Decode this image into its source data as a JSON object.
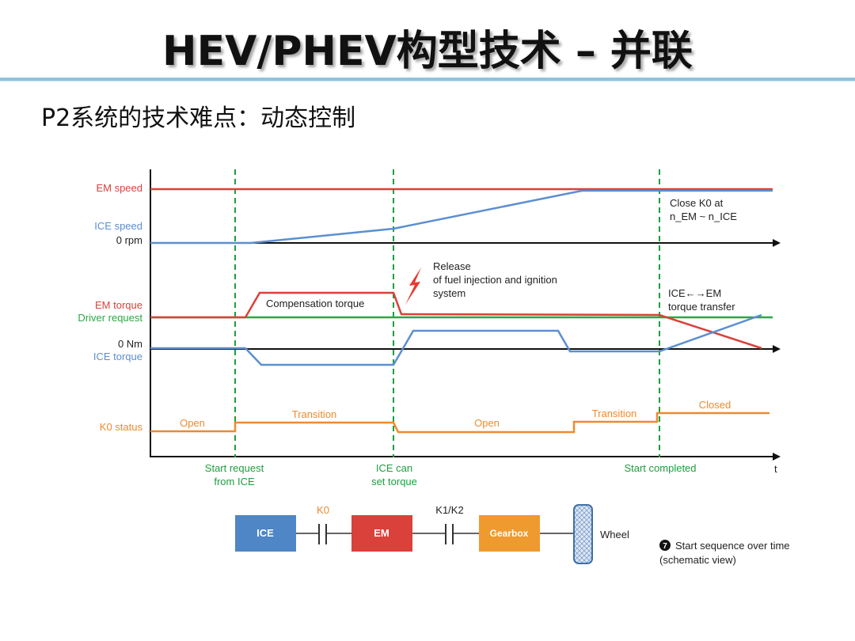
{
  "title": "HEV/PHEV构型技术 – 并联",
  "subtitle": "P2系统的技术难点：动态控制",
  "colors": {
    "em": "#d9413a",
    "ice": "#5b8fd0",
    "driver": "#2aa845",
    "k0": "#ee8a2e",
    "guide": "#1e9e3e",
    "axis": "#111111"
  },
  "diagram": {
    "labels": {
      "em_speed": "EM speed",
      "ice_speed": "ICE speed",
      "zero_rpm": "0  rpm",
      "em_torque": "EM torque",
      "driver_request": "Driver request",
      "zero_nm": "0 Nm",
      "ice_torque": "ICE torque",
      "k0_status": "K0 status",
      "time_axis": "t"
    },
    "annotations": {
      "close_k0_1": "Close K0 at",
      "close_k0_2": "n_EM ~ n_ICE",
      "release_1": "Release",
      "release_2": "of fuel injection and ignition",
      "release_3": "system",
      "compensation": "Compensation torque",
      "transfer_1": "ICE←→EM",
      "transfer_2": "torque transfer"
    },
    "k0_states": [
      "Open",
      "Transition",
      "Open",
      "Transition",
      "Closed"
    ],
    "events": {
      "start_request_1": "Start request",
      "start_request_2": "from ICE",
      "ice_can_1": "ICE can",
      "ice_can_2": "set torque",
      "start_completed": "Start completed"
    }
  },
  "schematic": {
    "ice": "ICE",
    "k0": "K0",
    "em": "EM",
    "k1k2": "K1/K2",
    "gearbox": "Gearbox",
    "wheel": "Wheel",
    "caption_num": "7",
    "caption_1": "Start sequence over time",
    "caption_2": "(schematic view)"
  }
}
